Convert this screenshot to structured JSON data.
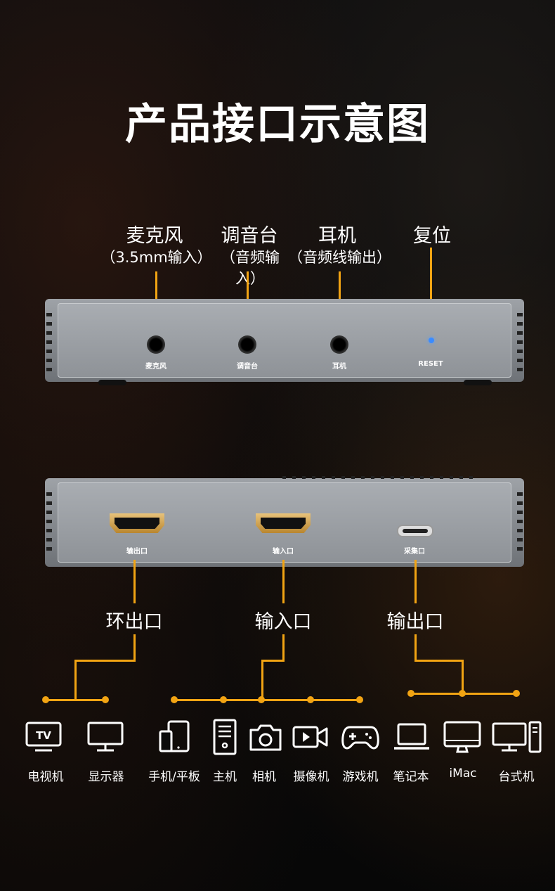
{
  "title": "产品接口示意图",
  "top_ports": [
    {
      "label": "麦克风",
      "sub": "（3.5mm输入）",
      "panel_label": "麦克风"
    },
    {
      "label": "调音台",
      "sub": "（音频输入）",
      "panel_label": "调音台"
    },
    {
      "label": "耳机",
      "sub": "（音频线输出）",
      "panel_label": "耳机"
    },
    {
      "label": "复位",
      "sub": "",
      "panel_label": "RESET"
    }
  ],
  "bottom_ports": [
    {
      "panel_label": "输出口",
      "label": "环出口"
    },
    {
      "panel_label": "输入口",
      "label": "输入口"
    },
    {
      "panel_label": "采集口",
      "label": "输出口"
    }
  ],
  "devices": [
    {
      "name": "电视机",
      "icon": "tv-icon"
    },
    {
      "name": "显示器",
      "icon": "monitor-icon"
    },
    {
      "name": "手机/平板",
      "icon": "phone-tablet-icon"
    },
    {
      "name": "主机",
      "icon": "pc-tower-icon"
    },
    {
      "name": "相机",
      "icon": "camera-icon"
    },
    {
      "name": "摄像机",
      "icon": "video-camera-icon"
    },
    {
      "name": "游戏机",
      "icon": "gamepad-icon"
    },
    {
      "name": "笔记本",
      "icon": "laptop-icon"
    },
    {
      "name": "iMac",
      "icon": "imac-icon"
    },
    {
      "name": "台式机",
      "icon": "desktop-icon"
    }
  ],
  "tv_icon_text": "TV",
  "colors": {
    "accent": "#f2a413",
    "background": "#0b0b0c",
    "device": "#9ea2a7"
  }
}
